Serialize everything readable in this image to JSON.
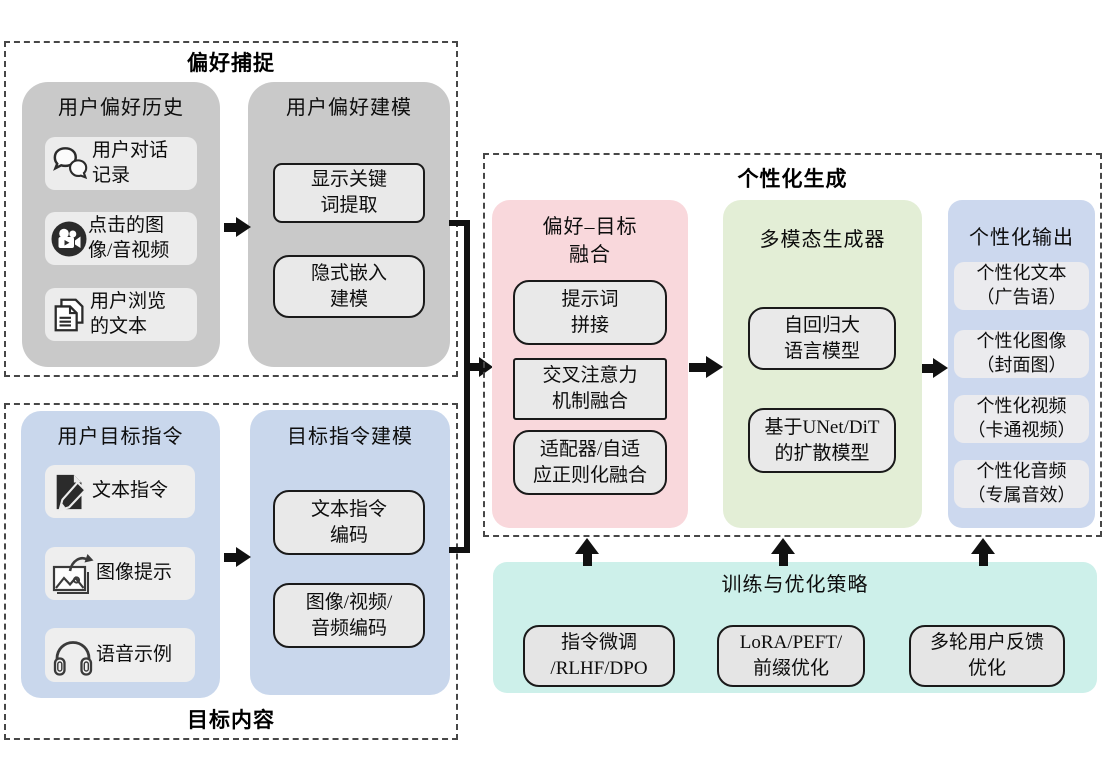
{
  "colors": {
    "panel_gray": "#c9c9c9",
    "panel_blue": "#c9d7ec",
    "panel_pink": "#f9d8dc",
    "panel_green": "#e3eed6",
    "panel_output_blue": "#ccd8ee",
    "panel_teal": "#cdf0ea",
    "item_bg": "#ececec",
    "bordered_box_bg": "#e9e9e9",
    "arrow_black": "#111111",
    "dashed_border": "#474747"
  },
  "preference_capture": {
    "title": "偏好捕捉",
    "history": {
      "title": "用户偏好历史",
      "items": [
        {
          "icon": "chat-icon",
          "label": "用户对话\n记录"
        },
        {
          "icon": "video-camera-icon",
          "label": "点击的图\n像/音视频"
        },
        {
          "icon": "documents-icon",
          "label": "用户浏览\n的文本"
        }
      ]
    },
    "modeling": {
      "title": "用户偏好建模",
      "boxes": [
        "显示关键\n词提取",
        "隐式嵌入\n建模"
      ]
    }
  },
  "target_content": {
    "title": "目标内容",
    "instructions": {
      "title": "用户目标指令",
      "items": [
        {
          "icon": "text-edit-icon",
          "label": "文本指令"
        },
        {
          "icon": "image-prompt-icon",
          "label": "图像提示"
        },
        {
          "icon": "headphones-icon",
          "label": "语音示例"
        }
      ]
    },
    "modeling": {
      "title": "目标指令建模",
      "boxes": [
        "文本指令\n编码",
        "图像/视频/\n音频编码"
      ]
    }
  },
  "personalized_generation": {
    "title": "个性化生成",
    "fusion": {
      "title": "偏好–目标\n融合",
      "boxes": [
        "提示词\n拼接",
        "交叉注意力\n机制融合",
        "适配器/自适\n应正则化融合"
      ]
    },
    "generator": {
      "title": "多模态生成器",
      "boxes": [
        "自回归大\n语言模型",
        "基于UNet/DiT\n的扩散模型"
      ]
    },
    "output": {
      "title": "个性化输出",
      "items": [
        "个性化文本\n（广告语）",
        "个性化图像\n（封面图）",
        "个性化视频\n（卡通视频）",
        "个性化音频\n（专属音效）"
      ]
    }
  },
  "training": {
    "title": "训练与优化策略",
    "boxes": [
      "指令微调\n/RLHF/DPO",
      "LoRA/PEFT/\n前缀优化",
      "多轮用户反馈\n优化"
    ]
  }
}
